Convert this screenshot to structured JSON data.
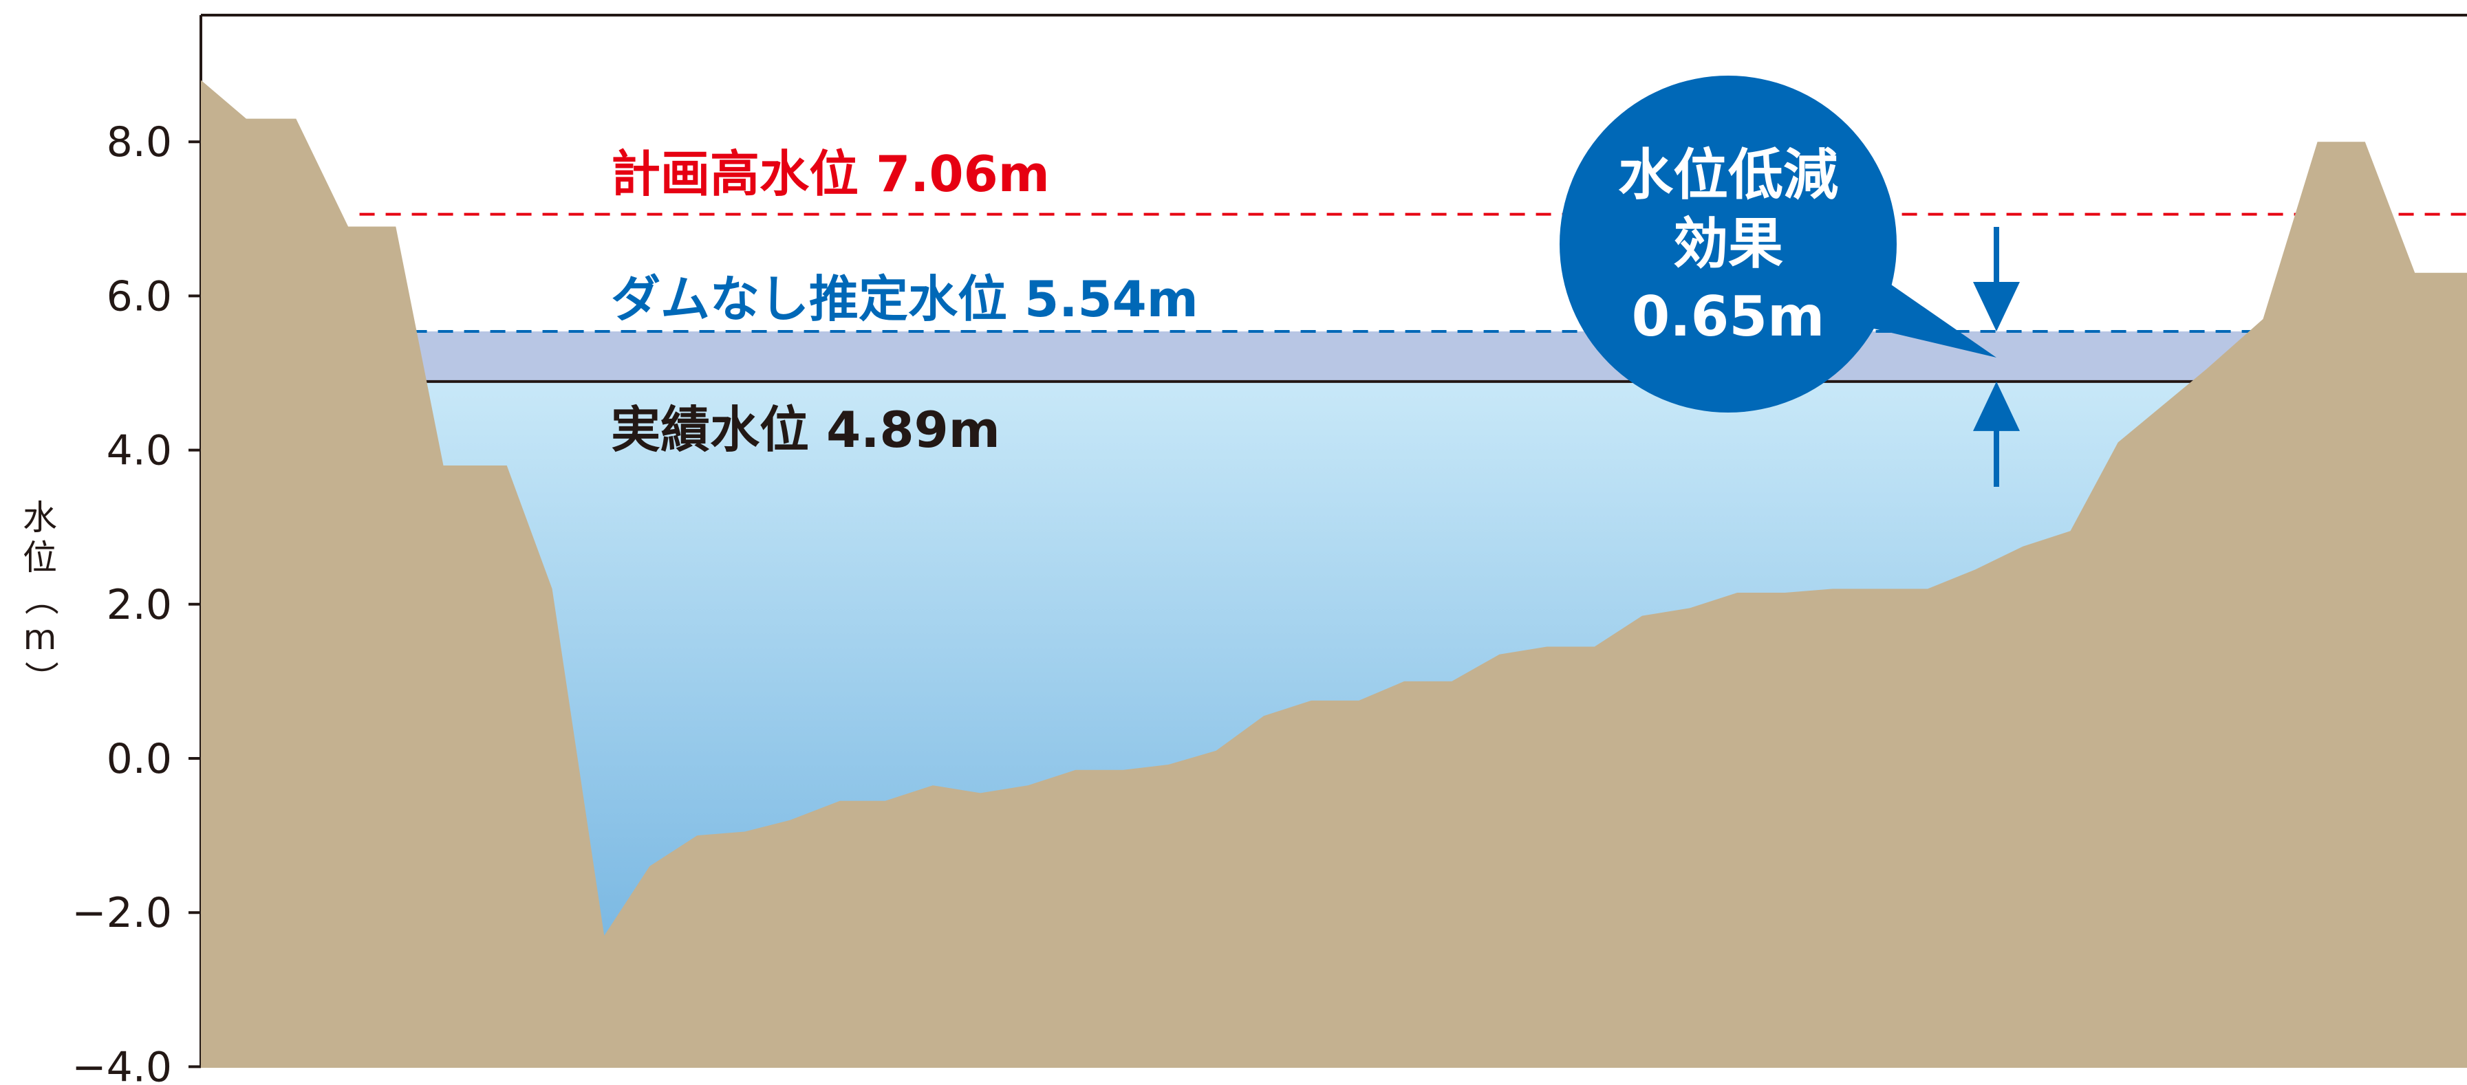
{
  "chart_data": {
    "type": "area",
    "ylabel": "水位（m）",
    "ylim": [
      -4,
      9.0
    ],
    "yticks": [
      8.0,
      6.0,
      4.0,
      2.0,
      0.0,
      -2.0,
      -4.0
    ],
    "ytick_labels": [
      "8.0",
      "6.0",
      "4.0",
      "2.0",
      "0.0",
      "−2.0",
      "−4.0"
    ],
    "grid": false,
    "reference_levels": [
      {
        "label": "計画高水位 7.06m",
        "value": 7.06,
        "style": "dashed",
        "color": "#e60012"
      },
      {
        "label": "ダムなし推定水位 5.54m",
        "value": 5.54,
        "style": "dashed",
        "color": "#0068b7"
      },
      {
        "label": "実績水位 4.89m",
        "value": 4.89,
        "style": "solid",
        "color": "#231815"
      }
    ],
    "effect": {
      "label_lines": [
        "水位低減",
        "効果",
        "0.65m"
      ],
      "value": 0.65
    },
    "riverbed_profile": [
      [
        0,
        8.8
      ],
      [
        2,
        8.3
      ],
      [
        4.2,
        8.3
      ],
      [
        6.5,
        6.9
      ],
      [
        8.6,
        6.9
      ],
      [
        10.7,
        3.8
      ],
      [
        13.5,
        3.8
      ],
      [
        15.5,
        2.2
      ],
      [
        17.8,
        -2.3
      ],
      [
        19.8,
        -1.4
      ],
      [
        21.9,
        -1.0
      ],
      [
        24.0,
        -0.95
      ],
      [
        26.0,
        -0.8
      ],
      [
        28.2,
        -0.55
      ],
      [
        30.2,
        -0.55
      ],
      [
        32.3,
        -0.35
      ],
      [
        34.4,
        -0.45
      ],
      [
        36.5,
        -0.35
      ],
      [
        38.6,
        -0.15
      ],
      [
        40.7,
        -0.15
      ],
      [
        42.7,
        -0.08
      ],
      [
        44.8,
        0.1
      ],
      [
        46.9,
        0.55
      ],
      [
        49.0,
        0.75
      ],
      [
        51.1,
        0.75
      ],
      [
        53.1,
        1.0
      ],
      [
        55.2,
        1.0
      ],
      [
        57.3,
        1.35
      ],
      [
        59.4,
        1.45
      ],
      [
        61.5,
        1.45
      ],
      [
        63.6,
        1.85
      ],
      [
        65.7,
        1.95
      ],
      [
        67.8,
        2.15
      ],
      [
        69.9,
        2.15
      ],
      [
        72.0,
        2.2
      ],
      [
        74.1,
        2.2
      ],
      [
        76.2,
        2.2
      ],
      [
        78.3,
        2.45
      ],
      [
        80.4,
        2.75
      ],
      [
        82.5,
        2.95
      ],
      [
        84.6,
        4.1
      ],
      [
        88.5,
        5.05
      ],
      [
        91.0,
        5.7
      ],
      [
        93.4,
        8.0
      ],
      [
        95.5,
        8.0
      ],
      [
        97.7,
        6.3
      ],
      [
        100,
        6.3
      ]
    ],
    "colors": {
      "ground": "#c4b190",
      "water_top": "#c8e8f8",
      "water_bottom": "#6aaede",
      "reduction_band": "#b8c6e4",
      "bubble": "#0068b7"
    }
  }
}
